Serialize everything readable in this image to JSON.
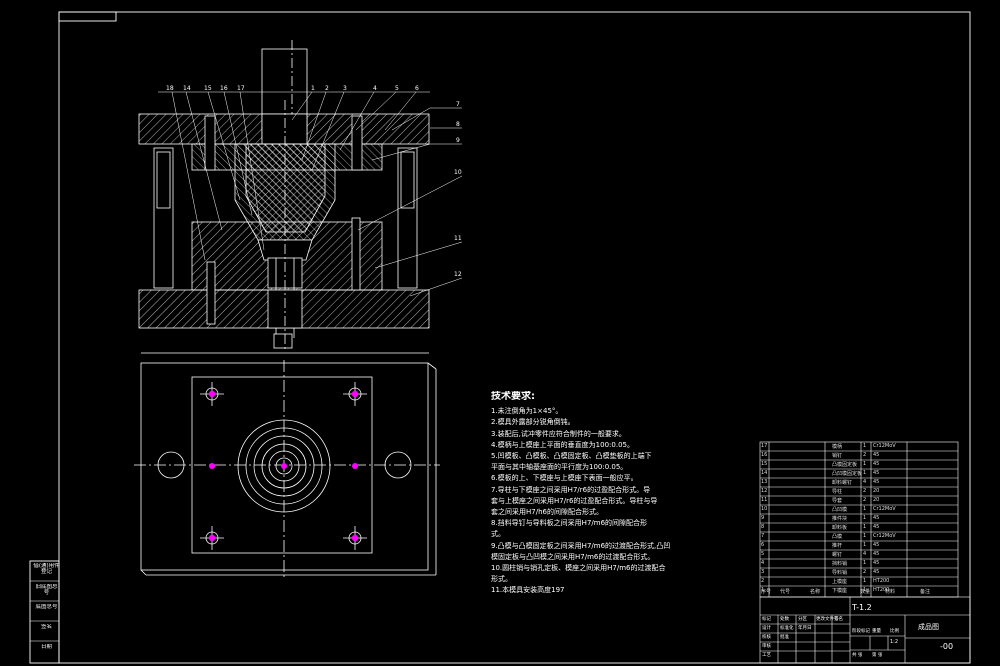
{
  "colors": {
    "background": "#000000",
    "line": "#ffffff",
    "section_hatch": "#ffffff",
    "holes": "#ff00ff",
    "leader": "#ffffff"
  },
  "labels": [
    "18",
    "14",
    "15",
    "16",
    "17",
    "1",
    "2",
    "3",
    "4",
    "5",
    "6",
    "7",
    "8",
    "9",
    "10",
    "11",
    "12"
  ],
  "tech": {
    "title": "技术要求:",
    "items": [
      "1.未注倒角为1×45°。",
      "2.模具外露部分锐角倒钝。",
      "3.装配后,试冲零件应符合制件的一般要求。",
      "4.模柄与上模座上平面的垂直度为100:0.05。",
      "5.凹模板、凸模板、凸模固定板、凸模垫板的上端下",
      "平面与其中轴基座面的平行度为100:0.05。",
      "6.模板的上、下模座与上模座下表面一般应平。",
      "7.导柱与下模座之间采用H7/r6的过盈配合形式。导",
      "套与上模座之间采用H7/r6的过盈配合形式。导柱与导",
      "套之间采用H7/h6的间隙配合形式。",
      "8.挡料导钉与导料板之间采用H7/m6的间隙配合形",
      "式。",
      "9.凸模与凸模固定板之间采用H7/m6的过渡配合形式,凸凹",
      "模固定板与凸凹模之间采用H7/m6的过渡配合形式。",
      "10.圆柱销与销孔定板、模座之间采用H7/m6的过渡配合",
      "形式。",
      "11.本模具安装高度197"
    ]
  },
  "side_table": [
    "借(通)用件登记",
    "旧底图总号",
    "底图总号",
    "签名",
    "日期"
  ],
  "bom": {
    "nums": [
      "17",
      "16",
      "15",
      "14",
      "13",
      "12",
      "11",
      "10",
      "9",
      "8",
      "7",
      "6",
      "5",
      "4",
      "3",
      "2",
      "1"
    ],
    "names": [
      "模柄",
      "销钉",
      "凸模固定板",
      "凸凹模固定板",
      "卸料螺钉",
      "导柱",
      "导套",
      "凸凹模",
      "推件块",
      "卸料板",
      "凸模",
      "推杆",
      "螺钉",
      "挡料销",
      "导料销",
      "上模座",
      "下模座"
    ],
    "qty": [
      "1",
      "2",
      "1",
      "1",
      "4",
      "2",
      "2",
      "1",
      "1",
      "1",
      "1",
      "1",
      "4",
      "1",
      "2",
      "1",
      "1"
    ],
    "material": [
      "Cr12MoV",
      "45",
      "45",
      "45",
      "45",
      "20",
      "20",
      "Cr12MoV",
      "45",
      "45",
      "Cr12MoV",
      "45",
      "45",
      "45",
      "45",
      "HT200",
      "HT200"
    ],
    "footer": [
      "序号",
      "代号",
      "名称",
      "数量",
      "材料",
      "备注"
    ]
  },
  "title_block": {
    "scale": "1:2",
    "name": "T-1.2",
    "drawing": "成品图",
    "code": "-00",
    "cells": [
      "设计",
      "校核",
      "审核",
      "工艺",
      "标准化",
      "批准",
      "标记",
      "处数",
      "分区",
      "更改文件号",
      "签名",
      "年月日",
      "阶段标记",
      "重量",
      "比例",
      "共 张",
      "第 张"
    ]
  }
}
